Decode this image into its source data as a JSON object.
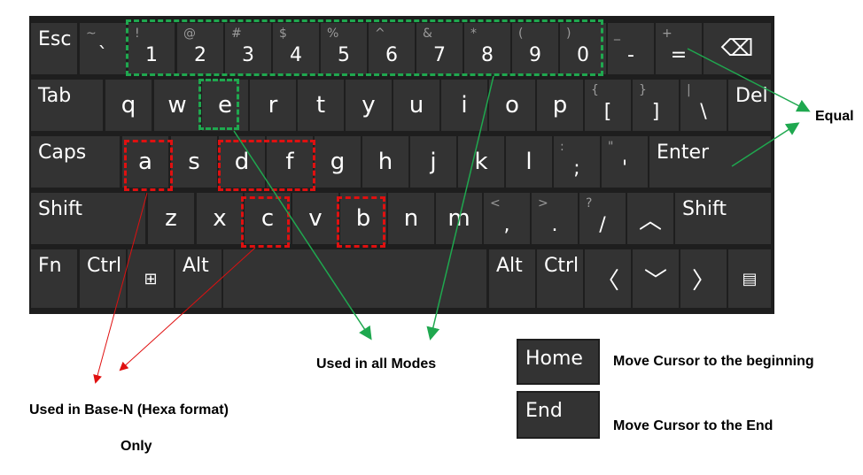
{
  "row1": [
    {
      "id": "esc",
      "main": "Esc",
      "top": ""
    },
    {
      "id": "tilde",
      "main": "`",
      "top": "~"
    },
    {
      "id": "1",
      "main": "1",
      "top": "!"
    },
    {
      "id": "2",
      "main": "2",
      "top": "@"
    },
    {
      "id": "3",
      "main": "3",
      "top": "#"
    },
    {
      "id": "4",
      "main": "4",
      "top": "$"
    },
    {
      "id": "5",
      "main": "5",
      "top": "%"
    },
    {
      "id": "6",
      "main": "6",
      "top": "^"
    },
    {
      "id": "7",
      "main": "7",
      "top": "&"
    },
    {
      "id": "8",
      "main": "8",
      "top": "*"
    },
    {
      "id": "9",
      "main": "9",
      "top": "("
    },
    {
      "id": "0",
      "main": "0",
      "top": ")"
    },
    {
      "id": "minus",
      "main": "-",
      "top": "_"
    },
    {
      "id": "equal",
      "main": "=",
      "top": "+"
    },
    {
      "id": "backspace",
      "main": "⌫",
      "top": ""
    }
  ],
  "row2": [
    {
      "id": "tab",
      "main": "Tab",
      "top": ""
    },
    {
      "id": "q",
      "main": "q",
      "top": ""
    },
    {
      "id": "w",
      "main": "w",
      "top": ""
    },
    {
      "id": "e",
      "main": "e",
      "top": ""
    },
    {
      "id": "r",
      "main": "r",
      "top": ""
    },
    {
      "id": "t",
      "main": "t",
      "top": ""
    },
    {
      "id": "y",
      "main": "y",
      "top": ""
    },
    {
      "id": "u",
      "main": "u",
      "top": ""
    },
    {
      "id": "i",
      "main": "i",
      "top": ""
    },
    {
      "id": "o",
      "main": "o",
      "top": ""
    },
    {
      "id": "p",
      "main": "p",
      "top": ""
    },
    {
      "id": "lbracket",
      "main": "[",
      "top": "{"
    },
    {
      "id": "rbracket",
      "main": "]",
      "top": "}"
    },
    {
      "id": "backslash",
      "main": "\\",
      "top": "|"
    },
    {
      "id": "del",
      "main": "Del",
      "top": ""
    }
  ],
  "row3": [
    {
      "id": "caps",
      "main": "Caps",
      "top": ""
    },
    {
      "id": "a",
      "main": "a",
      "top": ""
    },
    {
      "id": "s",
      "main": "s",
      "top": ""
    },
    {
      "id": "d",
      "main": "d",
      "top": ""
    },
    {
      "id": "f",
      "main": "f",
      "top": ""
    },
    {
      "id": "g",
      "main": "g",
      "top": ""
    },
    {
      "id": "h",
      "main": "h",
      "top": ""
    },
    {
      "id": "j",
      "main": "j",
      "top": ""
    },
    {
      "id": "k",
      "main": "k",
      "top": ""
    },
    {
      "id": "l",
      "main": "l",
      "top": ""
    },
    {
      "id": "semicolon",
      "main": ";",
      "top": ":"
    },
    {
      "id": "quote",
      "main": "'",
      "top": "\""
    },
    {
      "id": "enter",
      "main": "Enter",
      "top": ""
    }
  ],
  "row4": [
    {
      "id": "lshift",
      "main": "Shift",
      "top": ""
    },
    {
      "id": "z",
      "main": "z",
      "top": ""
    },
    {
      "id": "x",
      "main": "x",
      "top": ""
    },
    {
      "id": "c",
      "main": "c",
      "top": ""
    },
    {
      "id": "v",
      "main": "v",
      "top": ""
    },
    {
      "id": "b",
      "main": "b",
      "top": ""
    },
    {
      "id": "n",
      "main": "n",
      "top": ""
    },
    {
      "id": "m",
      "main": "m",
      "top": ""
    },
    {
      "id": "comma",
      "main": ",",
      "top": "<"
    },
    {
      "id": "period",
      "main": ".",
      "top": ">"
    },
    {
      "id": "slash",
      "main": "/",
      "top": "?"
    },
    {
      "id": "up",
      "main": "︿",
      "top": ""
    },
    {
      "id": "rshift",
      "main": "Shift",
      "top": ""
    }
  ],
  "row5": [
    {
      "id": "fn",
      "main": "Fn",
      "top": ""
    },
    {
      "id": "lctrl",
      "main": "Ctrl",
      "top": ""
    },
    {
      "id": "win",
      "main": "⊞",
      "top": ""
    },
    {
      "id": "lalt",
      "main": "Alt",
      "top": ""
    },
    {
      "id": "space",
      "main": "",
      "top": ""
    },
    {
      "id": "ralt",
      "main": "Alt",
      "top": ""
    },
    {
      "id": "rctrl",
      "main": "Ctrl",
      "top": ""
    },
    {
      "id": "left",
      "main": "〈",
      "top": ""
    },
    {
      "id": "down",
      "main": "﹀",
      "top": ""
    },
    {
      "id": "right",
      "main": "〉",
      "top": ""
    },
    {
      "id": "menu",
      "main": "▤",
      "top": ""
    }
  ],
  "annotations": {
    "equal": "Equal",
    "all_modes": "Used in all Modes",
    "base_n_line1": "Used in Base-N (Hexa format)",
    "base_n_line2": "Only"
  },
  "legend": [
    {
      "key": "Home",
      "desc": "Move Cursor to the beginning"
    },
    {
      "key": "End",
      "desc": "Move Cursor to the End"
    }
  ],
  "colors": {
    "green": "#1fa84f",
    "red": "#e01010",
    "key": "#333333",
    "board": "#1e1e1e"
  }
}
